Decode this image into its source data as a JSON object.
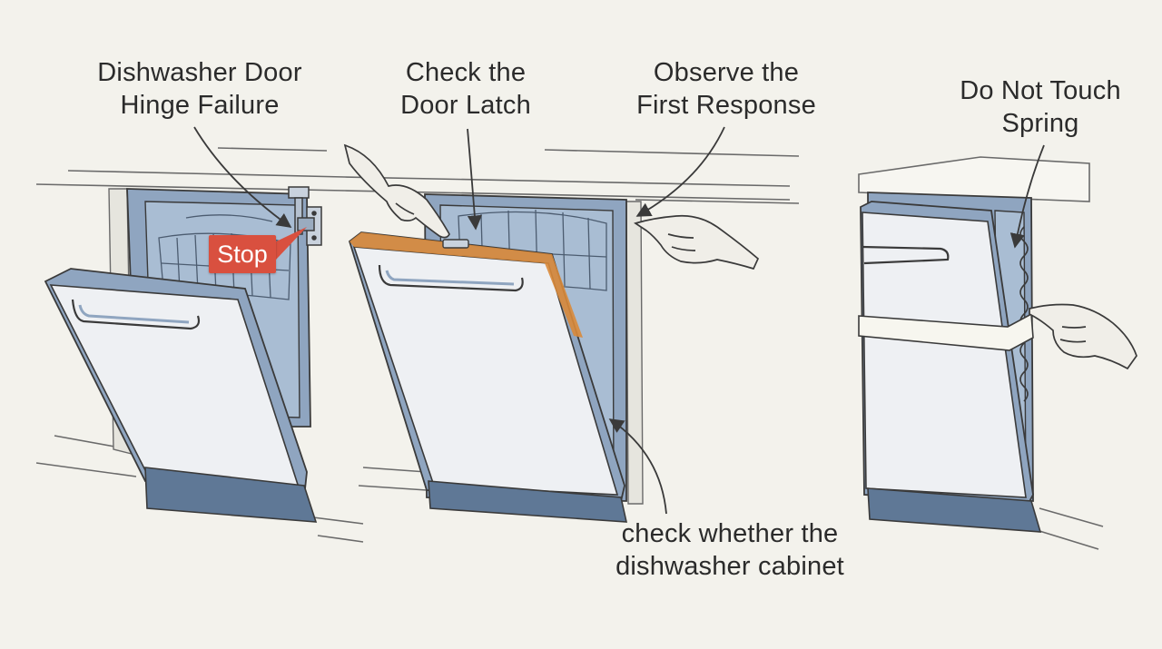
{
  "labels": {
    "hinge_failure": [
      "Dishwasher Door",
      "Hinge Failure"
    ],
    "door_latch": [
      "Check the",
      "Door Latch"
    ],
    "first_response": [
      "Observe the",
      "First Response"
    ],
    "do_not_touch": [
      "Do Not Touch",
      "Spring"
    ],
    "cabinet_check": [
      "check whether the",
      "dishwasher cabinet"
    ]
  },
  "stop_badge": "Stop",
  "colors": {
    "background": "#f3f2ec",
    "door_panel": "#eef0f3",
    "door_frame": "#8fa5c0",
    "door_base": "#5f7896",
    "tub_interior": "#a9bdd3",
    "highlight": "#d98a3a",
    "stop_badge": "#d9503f",
    "outline": "#3a3a3a"
  },
  "icons": [
    "hand-icon",
    "hinge-icon",
    "spring-icon",
    "arrow-icon"
  ]
}
